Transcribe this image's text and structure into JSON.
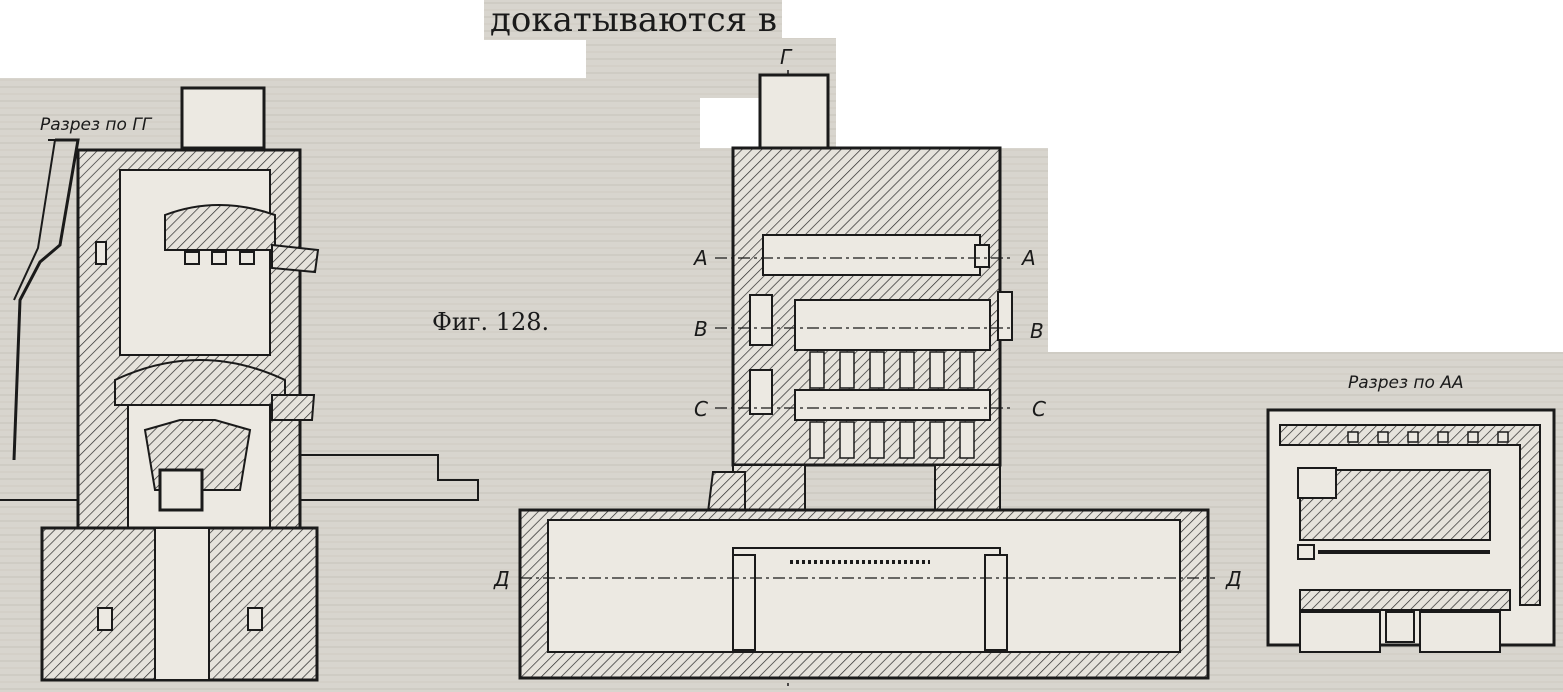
{
  "page_header_fragment": "докатываются в",
  "figure_caption": "Фиг. 128.",
  "views": {
    "section_gg": {
      "title": "Разрез по ГГ"
    },
    "section_aa": {
      "title": "Разрез по АА"
    },
    "main_section": {
      "axis_top": "Г",
      "labels_left": [
        "А",
        "В",
        "С",
        "Д"
      ],
      "labels_right": [
        "А",
        "В",
        "С",
        "Д"
      ]
    }
  },
  "colors": {
    "paper": "#d9d6cf",
    "ink": "#1a1a1a",
    "background": "#ffffff"
  }
}
